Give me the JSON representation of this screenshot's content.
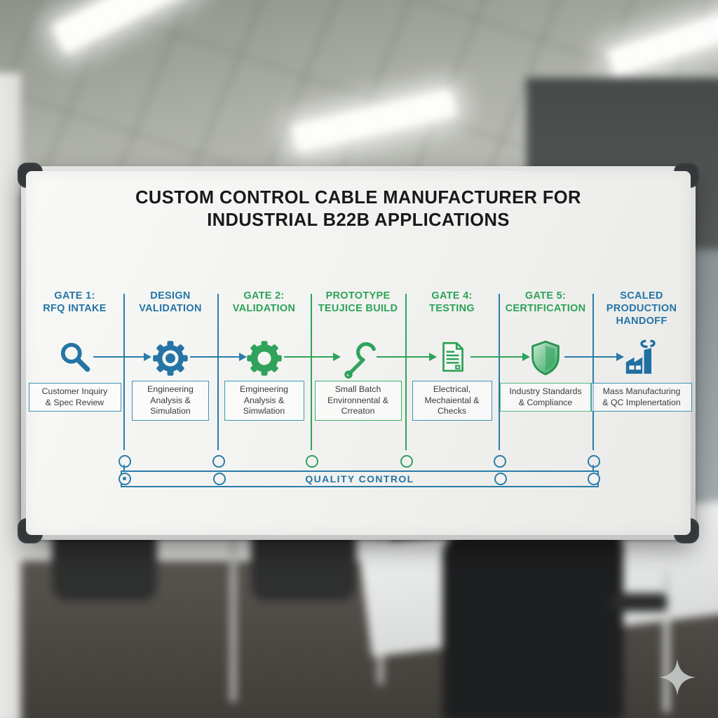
{
  "title": "CUSTOM CONTROL CABLE MANUFACTURER FOR\nINDUSTRIAL B22B APPLICATIONS",
  "colors": {
    "accent_blue": "#2574a5",
    "accent_green": "#2da257",
    "title_text": "#191919"
  },
  "stages": [
    {
      "header": "GATE 1:\nRFQ INTAKE",
      "accent": "blue",
      "icon": "magnifier-icon",
      "box": "Customer Inquiry\n& Spec Review"
    },
    {
      "header": "DESIGN\nVALIDATION",
      "accent": "blue",
      "icon": "gear-icon",
      "box": "Engineering\nAnalysis &\nSimulation"
    },
    {
      "header": "GATE 2:\nVALIDATION",
      "accent": "green",
      "icon": "gear-icon",
      "box": "Emgineering\nAnalysis &\nSimwlation"
    },
    {
      "header": "PROTOTYPE\nTEUJICE BUILD",
      "accent": "green",
      "icon": "wrench-icon",
      "box": "Small Batch\nEnvironnental &\nCrreaton"
    },
    {
      "header": "GATE 4:\nTESTING",
      "accent": "green",
      "icon": "document-icon",
      "box": "Electrical,\nMechaiental &\nChecks"
    },
    {
      "header": "GATE 5:\nCERTIFICATION",
      "accent": "green",
      "icon": "shield-icon",
      "box": "Industry Standards\n& Compliance"
    },
    {
      "header": "SCALED\nPRODUCTION\nHANDOFF",
      "accent": "blue",
      "icon": "factory-icon",
      "box": "Mass Manufacturing\n& QC Implenertation"
    }
  ],
  "quality_control": {
    "label": "QUALITY CONTROL"
  }
}
